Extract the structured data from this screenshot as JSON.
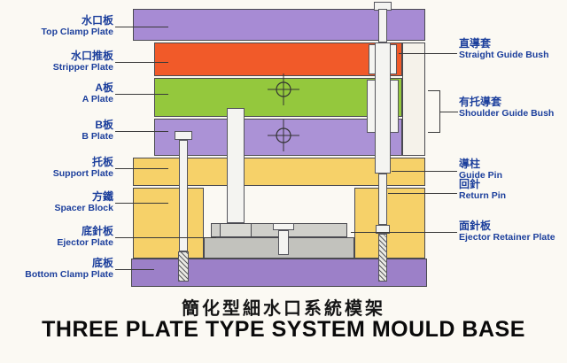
{
  "titles": {
    "zh": "簡化型細水口系統模架",
    "en": "THREE PLATE TYPE SYSTEM MOULD BASE"
  },
  "labels_left": [
    {
      "zh": "水口板",
      "en": "Top Clamp Plate"
    },
    {
      "zh": "水口推板",
      "en": "Stripper Plate"
    },
    {
      "zh": "A板",
      "en": "A Plate"
    },
    {
      "zh": "B板",
      "en": "B Plate"
    },
    {
      "zh": "托板",
      "en": "Support Plate"
    },
    {
      "zh": "方鐵",
      "en": "Spacer Block"
    },
    {
      "zh": "底針板",
      "en": "Ejector Plate"
    },
    {
      "zh": "底板",
      "en": "Bottom Clamp Plate"
    }
  ],
  "labels_right": [
    {
      "zh": "直導套",
      "en": "Straight Guide Bush"
    },
    {
      "zh": "有托導套",
      "en": "Shoulder Guide Bush"
    },
    {
      "zh": "導柱",
      "en": "Guide Pin"
    },
    {
      "zh": "回針",
      "en": "Return Pin"
    },
    {
      "zh": "面針板",
      "en": "Ejector Retainer Plate"
    }
  ],
  "colors": {
    "label_text": "#1c3f9c",
    "title_text": "#0a0a0a",
    "top_clamp_plate": "#a78bd4",
    "stripper_plate": "#f15a29",
    "a_plate": "#94c83d",
    "b_plate": "#ab92d6",
    "support_plate": "#f6d169",
    "spacer_block": "#f6d169",
    "ejector_retainer_plate": "#cfcfca",
    "ejector_plate": "#c2c2bd",
    "bottom_clamp_plate": "#9c80c8",
    "edge_strip": "#f5f2ea",
    "pin_fill": "#f4f4f1",
    "outline": "#4a4a50",
    "background": "#fbf9f3"
  }
}
